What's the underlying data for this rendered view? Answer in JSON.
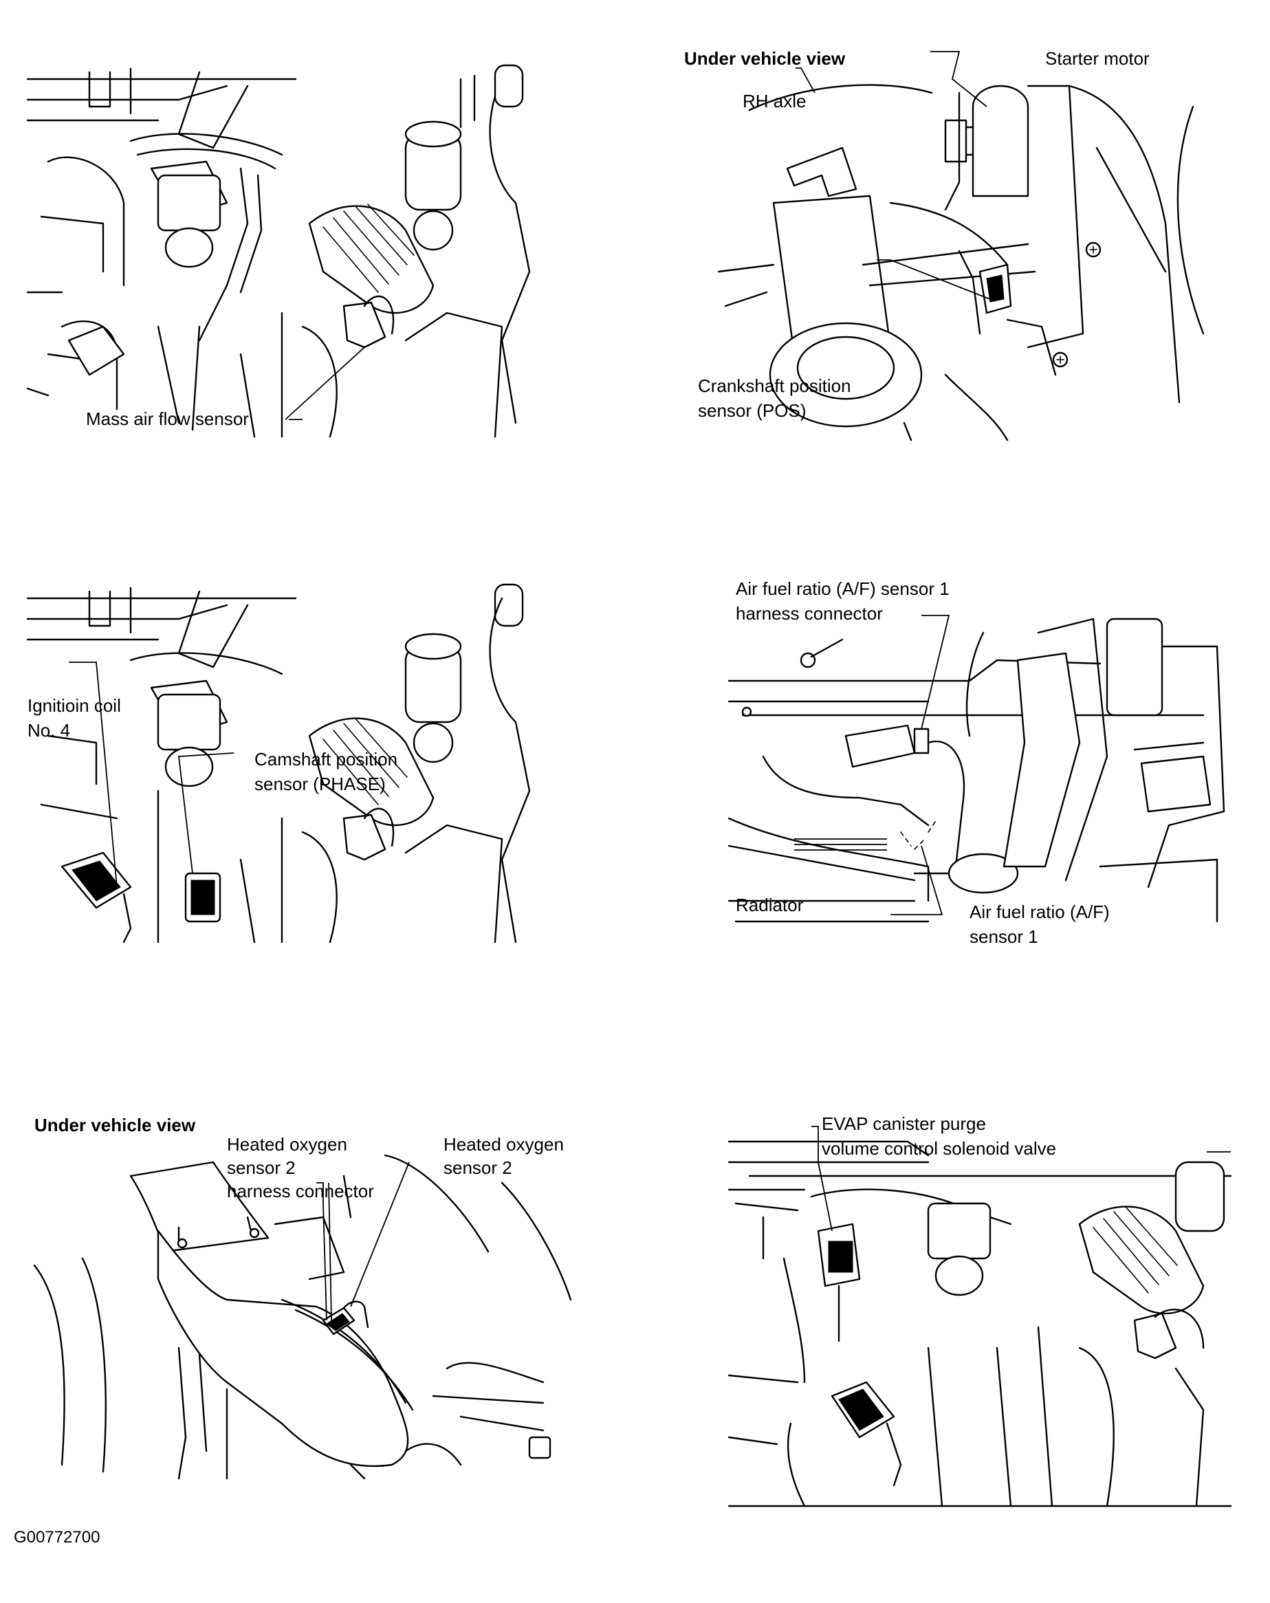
{
  "figure_id": "G00772700",
  "panels": [
    {
      "id": "maf",
      "labels": {
        "sensor": "Mass air flow sensor"
      }
    },
    {
      "id": "pos",
      "labels": {
        "view": "Under vehicle view",
        "starter": "Starter motor",
        "axle": "RH axle",
        "sensor_line1": "Crankshaft position",
        "sensor_line2": "sensor (POS)"
      }
    },
    {
      "id": "phase",
      "labels": {
        "coil_line1": "Ignitioin coil",
        "coil_line2": "No. 4",
        "sensor_line1": "Camshaft position",
        "sensor_line2": "sensor (PHASE)"
      }
    },
    {
      "id": "af",
      "labels": {
        "connector_line1": "Air fuel ratio (A/F) sensor 1",
        "connector_line2": "harness connector",
        "radiator": "Radiator",
        "sensor_line1": "Air fuel ratio (A/F)",
        "sensor_line2": "sensor 1"
      }
    },
    {
      "id": "ho2s",
      "labels": {
        "view": "Under vehicle view",
        "connector_line1": "Heated oxygen",
        "connector_line2": "sensor 2",
        "connector_line3": "harness connector",
        "sensor_line1": "Heated oxygen",
        "sensor_line2": "sensor 2"
      }
    },
    {
      "id": "evap",
      "labels": {
        "valve_line1": "EVAP canister purge",
        "valve_line2": "volume control solenoid valve"
      }
    }
  ]
}
